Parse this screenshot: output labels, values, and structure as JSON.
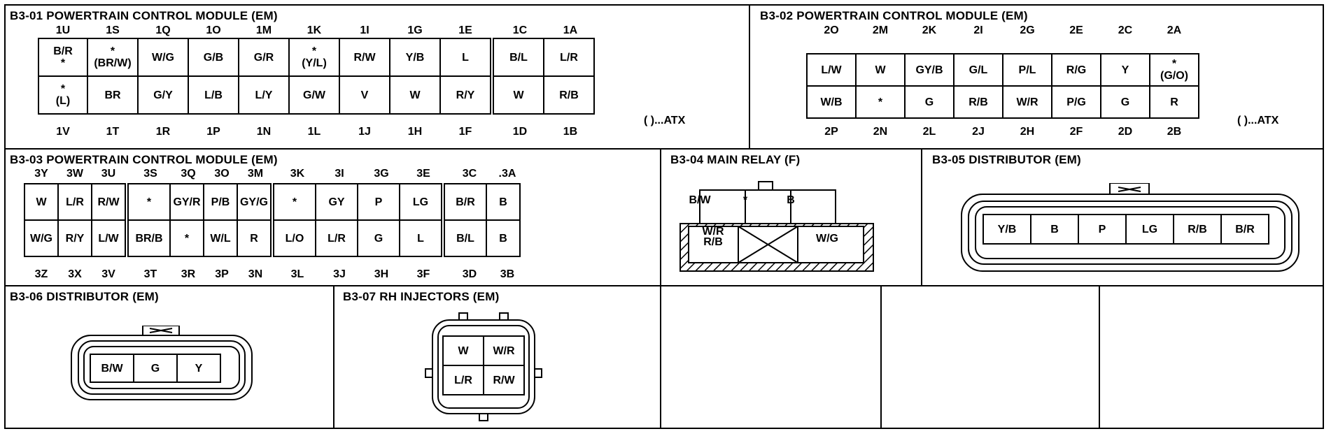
{
  "b301": {
    "title": "B3-01  POWERTRAIN CONTROL MODULE (EM)",
    "top_pins": [
      "1U",
      "1S",
      "1Q",
      "1O",
      "1M",
      "1K",
      "1I",
      "1G",
      "1E",
      "1C",
      "1A"
    ],
    "bottom_pins": [
      "1V",
      "1T",
      "1R",
      "1P",
      "1N",
      "1L",
      "1J",
      "1H",
      "1F",
      "1D",
      "1B"
    ],
    "row1": [
      "B/R\n*",
      "*\n(BR/W)",
      "W/G",
      "G/B",
      "G/R",
      "*\n(Y/L)",
      "R/W",
      "Y/B",
      "L",
      "B/L",
      "L/R"
    ],
    "row2": [
      "*\n(L)",
      "BR",
      "G/Y",
      "L/B",
      "L/Y",
      "G/W",
      "V",
      "W",
      "R/Y",
      "W",
      "R/B"
    ],
    "note": "( )...ATX"
  },
  "b302": {
    "title": "B3-02  POWERTRAIN CONTROL MODULE (EM)",
    "top_pins": [
      "2O",
      "2M",
      "2K",
      "2I",
      "2G",
      "2E",
      "2C",
      "2A"
    ],
    "bottom_pins": [
      "2P",
      "2N",
      "2L",
      "2J",
      "2H",
      "2F",
      "2D",
      "2B"
    ],
    "row1": [
      "L/W",
      "W",
      "GY/B",
      "G/L",
      "P/L",
      "R/G",
      "Y",
      "*\n(G/O)"
    ],
    "row2": [
      "W/B",
      "*",
      "G",
      "R/B",
      "W/R",
      "P/G",
      "G",
      "R"
    ],
    "note": "( )...ATX"
  },
  "b303": {
    "title": "B3-03  POWERTRAIN CONTROL MODULE (EM)",
    "top_pins": [
      "3Y",
      "3W",
      "3U",
      "3S",
      "3Q",
      "3O",
      "3M",
      "3K",
      "3I",
      "3G",
      "3E",
      "3C",
      ".3A"
    ],
    "bottom_pins": [
      "3Z",
      "3X",
      "3V",
      "3T",
      "3R",
      "3P",
      "3N",
      "3L",
      "3J",
      "3H",
      "3F",
      "3D",
      "3B"
    ],
    "row1": [
      "W",
      "L/R",
      "R/W",
      "*",
      "GY/R",
      "P/B",
      "GY/G",
      "*",
      "GY",
      "P",
      "LG",
      "B/R",
      "B"
    ],
    "row2": [
      "W/G",
      "R/Y",
      "L/W",
      "BR/B",
      "*",
      "W/L",
      "R",
      "L/O",
      "L/R",
      "G",
      "L",
      "B/L",
      "B"
    ]
  },
  "b304": {
    "title": "B3-04  MAIN RELAY (F)",
    "row1": [
      "B/W",
      "*",
      "B"
    ],
    "row2": [
      "W/R\nR/B",
      "W/G"
    ]
  },
  "b305": {
    "title": "B3-05  DISTRIBUTOR (EM)",
    "row": [
      "Y/B",
      "B",
      "P",
      "LG",
      "R/B",
      "B/R"
    ]
  },
  "b306": {
    "title": "B3-06  DISTRIBUTOR (EM)",
    "row": [
      "B/W",
      "G",
      "Y"
    ]
  },
  "b307": {
    "title": "B3-07  RH INJECTORS (EM)",
    "row1": [
      "W",
      "W/R"
    ],
    "row2": [
      "L/R",
      "R/W"
    ]
  }
}
